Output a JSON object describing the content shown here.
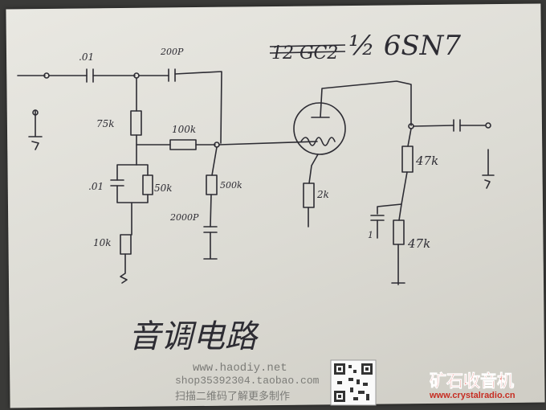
{
  "title": {
    "struck": "12 GC2",
    "tube": "½ 6SN7"
  },
  "components": {
    "c_input": ".01",
    "c_coupling": "200P",
    "r_top": "75k",
    "r_series": "100k",
    "c_shunt": ".01",
    "r_shunt": "50k",
    "r_bottom": "10k",
    "r_grid": "500k",
    "c_grid": "2000P",
    "r_cathode": "2k",
    "r_plate1": "47k",
    "r_plate2": "47k",
    "c_decoupling": "1"
  },
  "caption": "音调电路",
  "watermark": {
    "site": "www.haodiy.net",
    "shop": "shop35392304.taobao.com",
    "slogan": "扫描二维码了解更多制作",
    "brand_cn": "矿石收音机",
    "brand_url": "www.crystalradio.cn"
  },
  "colors": {
    "ink": "#2d2c33",
    "brand_red": "#d8261a"
  }
}
